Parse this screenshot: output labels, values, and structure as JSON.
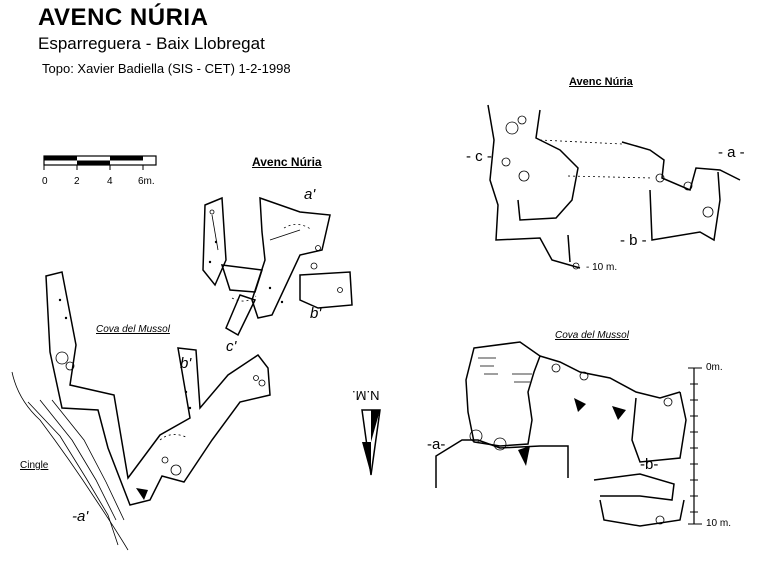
{
  "header": {
    "title": "AVENC NÚRIA",
    "subtitle": "Esparreguera - Baix Llobregat",
    "credit": "Topo: Xavier Badiella (SIS - CET)  1-2-1998"
  },
  "plan": {
    "scale_ticks": [
      "0",
      "2",
      "4",
      "6m."
    ],
    "label_avenc": "Avenc Núria",
    "label_cova": "Cova del Mussol",
    "label_cingle": "Cingle",
    "marker_a_top": "a'",
    "marker_b_top": "b'",
    "marker_c": "c'",
    "marker_b_mid": "b'",
    "marker_a_bottom": "-a'",
    "north_label": "N.M."
  },
  "section_avenc": {
    "label": "Avenc Núria",
    "marker_c": "- c -",
    "marker_a": "- a -",
    "marker_b": "- b -",
    "depth": "- 10 m."
  },
  "section_cova": {
    "label": "Cova del Mussol",
    "depth_top": "0m.",
    "depth_bottom": "10 m.",
    "marker_a": "-a-",
    "marker_b": "-b-"
  }
}
